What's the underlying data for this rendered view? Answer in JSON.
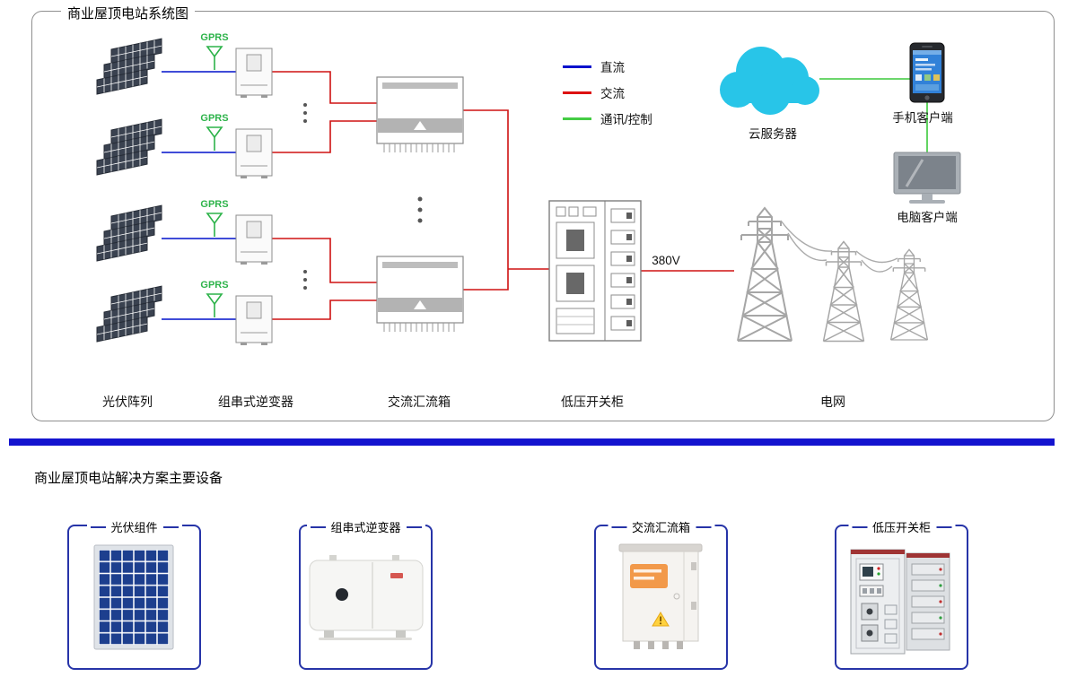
{
  "diagram": {
    "title": "商业屋顶电站系统图",
    "gprs_label": "GPRS",
    "voltage_label": "380V",
    "legend": {
      "dc": {
        "label": "直流",
        "color": "#0011cc"
      },
      "ac": {
        "label": "交流",
        "color": "#dd1111"
      },
      "comm": {
        "label": "通讯/控制",
        "color": "#44cc44"
      }
    },
    "nodes": {
      "cloud_label": "云服务器",
      "phone_label": "手机客户端",
      "pc_label": "电脑客户端"
    },
    "component_labels": {
      "pv_array": "光伏阵列",
      "inverter": "组串式逆变器",
      "combiner": "交流汇流箱",
      "switchgear": "低压开关柜",
      "grid": "电网"
    }
  },
  "solution": {
    "title": "商业屋顶电站解决方案主要设备",
    "cards": [
      {
        "label": "光伏组件"
      },
      {
        "label": "组串式逆变器"
      },
      {
        "label": "交流汇流箱"
      },
      {
        "label": "低压开关柜"
      }
    ]
  },
  "colors": {
    "divider": "#1414cf",
    "card_border": "#2734a8",
    "cloud": "#28c5e8",
    "tower_gray": "#a6a6a6"
  }
}
